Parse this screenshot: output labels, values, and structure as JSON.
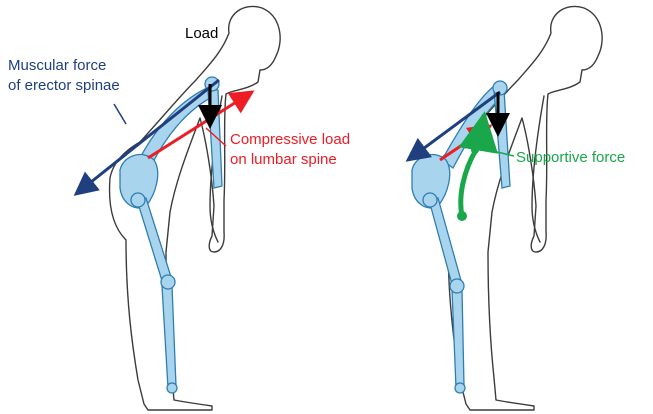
{
  "labels": {
    "load": "Load",
    "muscular_line1": "Muscular force",
    "muscular_line2": "of erector spinae",
    "compressive_line1": "Compressive load",
    "compressive_line2": "on lumbar spine",
    "supportive": "Supportive force"
  },
  "colors": {
    "muscular_arrow": "#1f3f7f",
    "compressive_arrow": "#ee1c24",
    "load_arrow": "#000000",
    "supportive_arrow": "#1aa74c",
    "skeleton_fill": "#a9d4ee",
    "skeleton_stroke": "#2e7fb0",
    "outline": "#3c3c3c"
  }
}
